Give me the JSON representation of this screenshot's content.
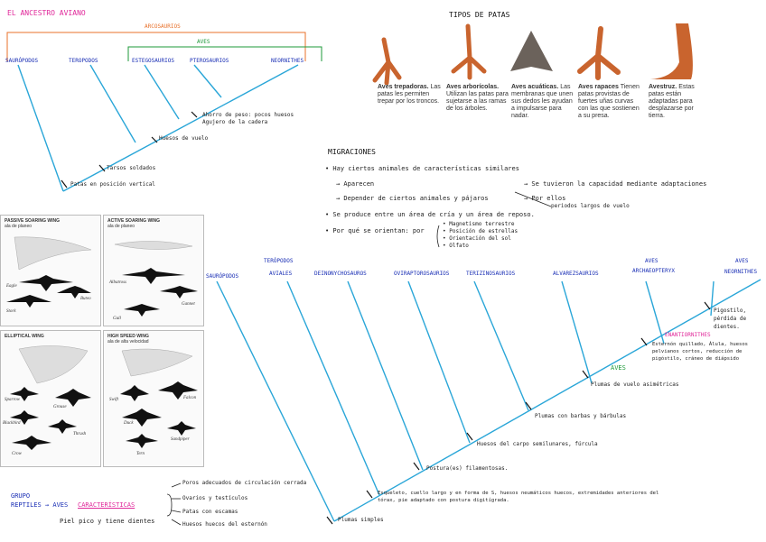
{
  "top_tree": {
    "title": "EL ANCESTRO AVIANO",
    "bracket_orange_label": "ARCOSAURIOS",
    "bracket_green_label": "AVES",
    "taxa": [
      "SAURÓPODOS",
      "TEROPODOS",
      "ESTEGOSAURIOS",
      "PTEROSAURIOS",
      "NEORNITHES"
    ],
    "nodes": [
      "Ahorro de peso: pocos huesos",
      "Huesos de vuelo",
      "Tarsos soldados",
      "Patas en posición vertical"
    ],
    "node_sub": "Agujero de la cadera"
  },
  "feet": {
    "title": "TIPOS DE PATAS",
    "items": [
      {
        "icon": "climbing-foot-icon",
        "name": "Aves trepadoras.",
        "text": "Las patas les permiten trepar por los troncos."
      },
      {
        "icon": "perching-foot-icon",
        "name": "Aves arborícolas.",
        "text": "Utilizan las patas para sujetarse a las ramas de los árboles."
      },
      {
        "icon": "webbed-foot-icon",
        "name": "Aves acuáticas.",
        "text": "Las membranas que unen sus dedos les ayudan a impulsarse para nadar."
      },
      {
        "icon": "raptor-foot-icon",
        "name": "Aves rapaces",
        "text": "Tienen patas provistas de fuertes uñas curvas con las que sostienen a su presa."
      },
      {
        "icon": "ostrich-foot-icon",
        "name": "Avestruz.",
        "text": "Estas patas están adaptadas para desplazarse por tierra."
      }
    ]
  },
  "migraciones": {
    "title": "MIGRACIONES",
    "lines": [
      "• Hay ciertos animales de características similares",
      "→ Aparecen",
      "→ Depender de ciertos animales y pájaros",
      "• Se produce entre un área de cría y un área de reposo.",
      "• Por qué se orientan: por",
      "→ Se tuvieron la capacidad mediante adaptaciones",
      "→ Por ellos"
    ],
    "orient": [
      "• Magnetismo terrestre",
      "• Posición de estrellas",
      "• Orientación del sol",
      "• Olfato"
    ],
    "note_right": "periodos largos de vuelo"
  },
  "wing_cards": [
    {
      "title": "PASSIVE SOARING WING",
      "sub": "ala de planeo",
      "birds": [
        "Eagle",
        "Buteo",
        "Stork"
      ]
    },
    {
      "title": "ACTIVE SOARING WING",
      "sub": "ala de planeo",
      "birds": [
        "Albatross",
        "Gannet",
        "Gull"
      ]
    },
    {
      "title": "ELLIPTICAL WING",
      "sub": "",
      "birds": [
        "Sparrow",
        "Grouse",
        "Blackbird",
        "Thrush",
        "Crow"
      ]
    },
    {
      "title": "HIGH SPEED WING",
      "sub": "ala de alta velocidad",
      "birds": [
        "Swift",
        "Falcon",
        "Duck",
        "Sandpiper",
        "Tern"
      ]
    }
  ],
  "bottom_tree": {
    "group_labels": [
      "TERÓPODOS",
      "AVES",
      "AVES"
    ],
    "taxa": [
      "SAURÓPODOS",
      "AVIALES",
      "DEINONYCHOSAUROS",
      "OVIRAPTOROSAURIOS",
      "TERIZINOSAURIOS",
      "ALVAREZSAURIOS",
      "ARCHAEOPTERYX",
      "ENANTIORNITHES",
      "NEORNITHES"
    ],
    "nodes": [
      "Plumas simples",
      "Esqueleto, cuello largo y en forma de S, huesos neumáticos huecos, extremidades anteriores del tórax, pie adaptado con postura digitígrada.",
      "Postura(es) filamentosas.",
      "Huesos del carpo semilunares, fúrcula",
      "Plumas con barbas y bárbulas",
      "Plumas de vuelo asimétricas",
      "Esternón quillado, Álula, huesos pelvianos cortos, reducción de pigóstilo, cráneo de diápsido",
      "Pigostilo, pérdida de dientes."
    ],
    "clade_aves": "AVES",
    "clade_enant": "ENANTIORNITHES"
  },
  "bottom_notes": {
    "group": "GRUPO",
    "reptiles": "REPTILES → AVES",
    "characteristics": "CARACTERÍSTICAS",
    "subtitle": "Piel pico y tiene dientes",
    "items": [
      "Poros adecuados de circulación cerrada",
      "Ovarios y testículos",
      "Patas con escamas",
      "Huesos huecos del esternón"
    ]
  }
}
